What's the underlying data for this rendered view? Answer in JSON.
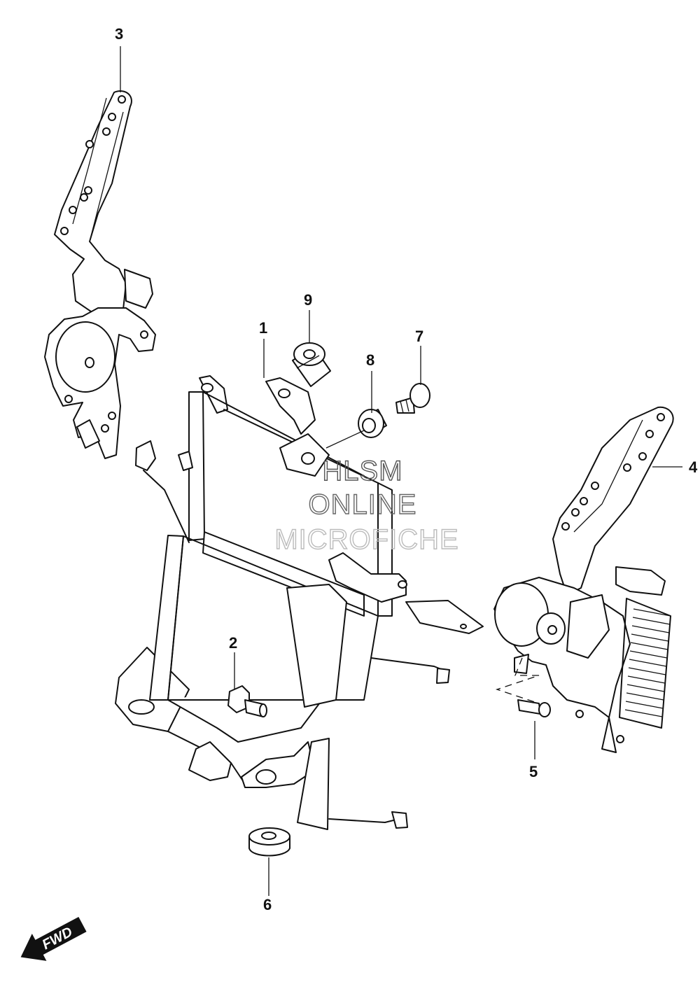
{
  "diagram": {
    "callouts": [
      {
        "id": "1",
        "label": "1"
      },
      {
        "id": "2",
        "label": "2"
      },
      {
        "id": "3",
        "label": "3"
      },
      {
        "id": "4",
        "label": "4"
      },
      {
        "id": "5",
        "label": "5"
      },
      {
        "id": "6",
        "label": "6"
      },
      {
        "id": "7",
        "label": "7"
      },
      {
        "id": "8",
        "label": "8"
      },
      {
        "id": "9",
        "label": "9"
      }
    ],
    "watermark": {
      "line1": "HLSM",
      "line2": "ONLINE",
      "line3": "MICROFICHE"
    },
    "direction_badge": {
      "label": "FWD"
    },
    "colors": {
      "line": "#111111",
      "watermark_dark": "#555555",
      "watermark_light": "#bbbbbb",
      "background": "#ffffff"
    }
  }
}
